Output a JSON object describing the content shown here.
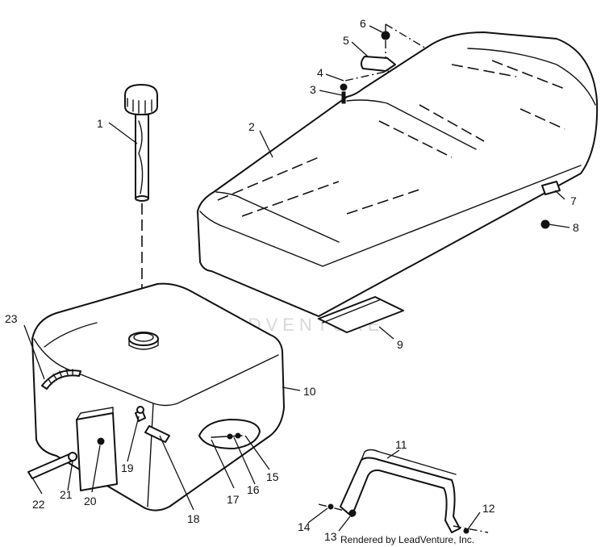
{
  "watermark": {
    "text": "LEADVENTURE"
  },
  "credit": {
    "text": "Rendered by LeadVenture, Inc."
  },
  "callouts": [
    {
      "label": "1"
    },
    {
      "label": "2"
    },
    {
      "label": "3"
    },
    {
      "label": "4"
    },
    {
      "label": "5"
    },
    {
      "label": "6"
    },
    {
      "label": "7"
    },
    {
      "label": "8"
    },
    {
      "label": "9"
    },
    {
      "label": "10"
    },
    {
      "label": "11"
    },
    {
      "label": "12"
    },
    {
      "label": "13"
    },
    {
      "label": "14"
    },
    {
      "label": "15"
    },
    {
      "label": "16"
    },
    {
      "label": "17"
    },
    {
      "label": "18"
    },
    {
      "label": "19"
    },
    {
      "label": "20"
    },
    {
      "label": "21"
    },
    {
      "label": "22"
    },
    {
      "label": "23"
    }
  ]
}
